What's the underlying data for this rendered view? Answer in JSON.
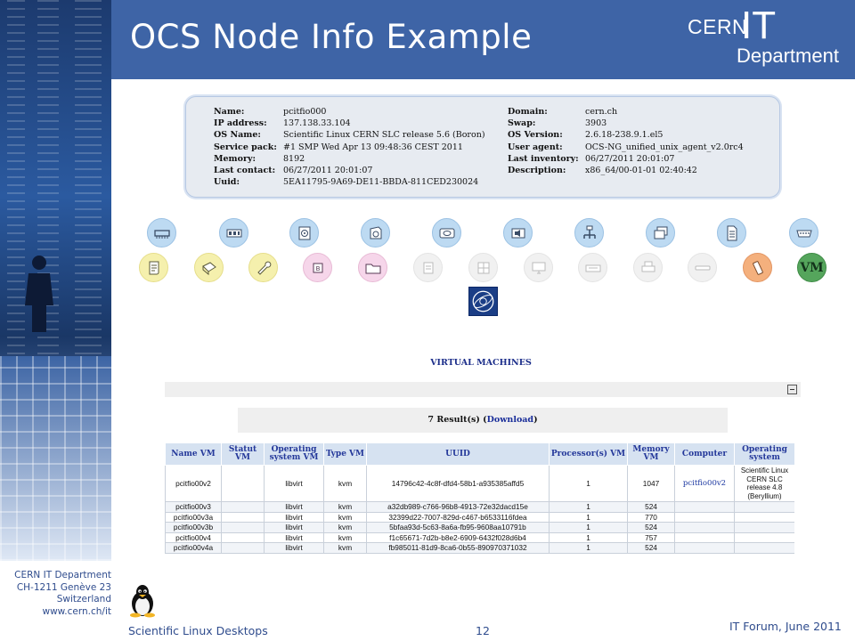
{
  "slide": {
    "title": "OCS Node Info Example",
    "logo": {
      "cern": "CERN",
      "it": "IT",
      "department": "Department"
    }
  },
  "info": {
    "left": [
      {
        "label": "Name:",
        "value": "pcitfio000"
      },
      {
        "label": "IP address:",
        "value": "137.138.33.104"
      },
      {
        "label": "OS Name:",
        "value": "Scientific Linux CERN SLC release 5.6 (Boron)"
      },
      {
        "label": "Service pack:",
        "value": "#1 SMP Wed Apr 13 09:48:36 CEST 2011"
      },
      {
        "label": "Memory:",
        "value": "8192"
      },
      {
        "label": "Last contact:",
        "value": "06/27/2011 20:01:07"
      },
      {
        "label": "Uuid:",
        "value": "5EA11795-9A69-DE11-BBDA-811CED230024"
      }
    ],
    "right": [
      {
        "label": "Domain:",
        "value": "cern.ch"
      },
      {
        "label": "Swap:",
        "value": "3903"
      },
      {
        "label": "OS Version:",
        "value": "2.6.18-238.9.1.el5"
      },
      {
        "label": "User agent:",
        "value": "OCS-NG_unified_unix_agent_v2.0rc4"
      },
      {
        "label": "Last inventory:",
        "value": "06/27/2011 20:01:07"
      },
      {
        "label": "Description:",
        "value": "x86_64/00-01-01 02:40:42"
      }
    ]
  },
  "icons": {
    "row1": [
      {
        "name": "memory-icon",
        "color": "blue"
      },
      {
        "name": "ram-slot-icon",
        "color": "blue"
      },
      {
        "name": "storage-icon",
        "color": "blue"
      },
      {
        "name": "drive-icon",
        "color": "blue"
      },
      {
        "name": "display-icon",
        "color": "blue"
      },
      {
        "name": "sound-icon",
        "color": "blue"
      },
      {
        "name": "network-icon",
        "color": "blue"
      },
      {
        "name": "windows-icon",
        "color": "blue"
      },
      {
        "name": "document-icon",
        "color": "blue"
      },
      {
        "name": "port-icon",
        "color": "blue"
      }
    ],
    "row2": [
      {
        "name": "scroll-icon",
        "color": "yellow"
      },
      {
        "name": "software-icon",
        "color": "yellow"
      },
      {
        "name": "wrench-icon",
        "color": "yellow"
      },
      {
        "name": "bios-chip-icon",
        "color": "pink"
      },
      {
        "name": "folder-icon",
        "color": "pink"
      },
      {
        "name": "registry-icon",
        "color": "grey"
      },
      {
        "name": "controller-icon",
        "color": "grey"
      },
      {
        "name": "monitor-icon",
        "color": "grey"
      },
      {
        "name": "keyboard-icon",
        "color": "grey"
      },
      {
        "name": "printer-icon",
        "color": "grey"
      },
      {
        "name": "slot-icon",
        "color": "grey"
      },
      {
        "name": "phone-icon",
        "color": "orange"
      },
      {
        "name": "vm-icon",
        "color": "green",
        "label": "VM"
      }
    ]
  },
  "vm": {
    "heading": "VIRTUAL MACHINES",
    "result_prefix": "7 Result(s) (",
    "result_link": "Download",
    "result_suffix": ")",
    "columns": [
      "Name VM",
      "Statut VM",
      "Operating system VM",
      "Type VM",
      "UUID",
      "Processor(s) VM",
      "Memory VM",
      "Computer",
      "Operating system"
    ],
    "rows": [
      [
        "pcitfio00v2",
        "",
        "libvirt",
        "kvm",
        "14796c42-4c8f-dfd4-58b1-a935385affd5",
        "1",
        "1047",
        "pcitfio00v2",
        "Scientific Linux CERN SLC release 4.8 (Beryllium)"
      ],
      [
        "pcitfio00v3",
        "",
        "libvirt",
        "kvm",
        "a32db989-c766-96b8-4913-72e32dacd15e",
        "1",
        "524",
        "",
        ""
      ],
      [
        "pcitfio00v3a",
        "",
        "libvirt",
        "kvm",
        "32399d22-7007-829d-c467-b6533116fdea",
        "1",
        "770",
        "",
        ""
      ],
      [
        "pcitfio00v3b",
        "",
        "libvirt",
        "kvm",
        "5bfaa93d-5c63-8a6a-fb95-9608aa10791b",
        "1",
        "524",
        "",
        ""
      ],
      [
        "pcitfio00v4",
        "",
        "libvirt",
        "kvm",
        "f1c65671-7d2b-b8e2-6909-6432f028d6b4",
        "1",
        "757",
        "",
        ""
      ],
      [
        "pcitfio00v4a",
        "",
        "libvirt",
        "kvm",
        "fb985011-81d9-8ca6-0b55-890970371032",
        "1",
        "524",
        "",
        ""
      ]
    ]
  },
  "footer": {
    "address": [
      "CERN IT Department",
      "CH-1211 Genève 23",
      "Switzerland",
      "www.cern.ch/it"
    ],
    "left": "Scientific Linux Desktops",
    "page": "12",
    "right": "IT Forum, June 2011"
  }
}
